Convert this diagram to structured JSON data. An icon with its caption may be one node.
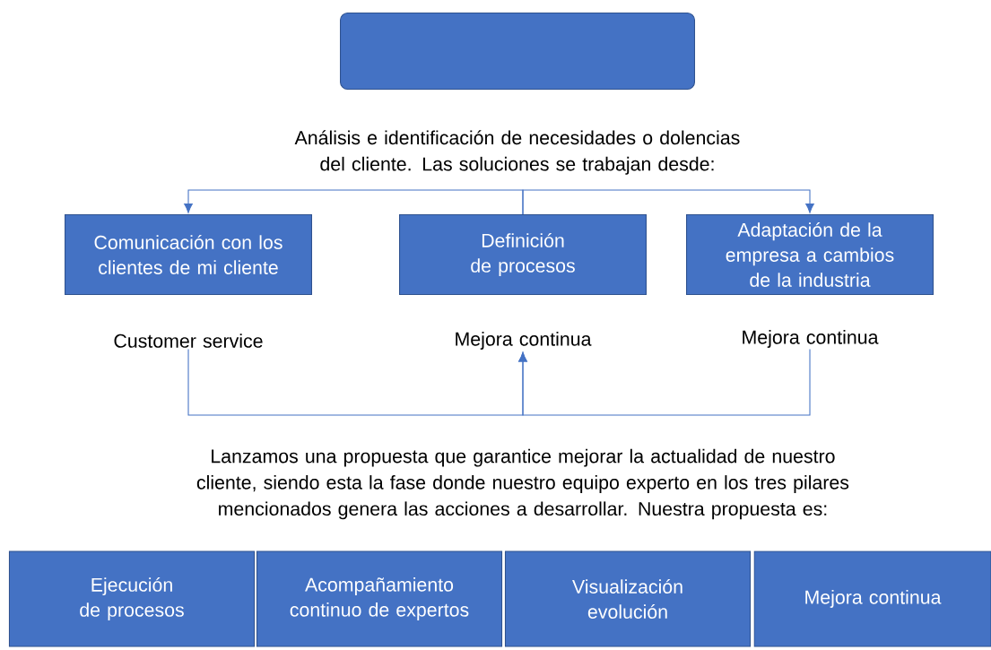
{
  "diagram": {
    "nodes": [
      {
        "text": [],
        "shape": "box"
      },
      {
        "text": [
          "Comunicación con los clientes de mi cliente"
        ]
      },
      {
        "text": [
          "Definición de procesos"
        ]
      },
      {
        "text": [
          "Adaptación de la empresa a cambios de la industria"
        ]
      },
      {
        "text": [
          "Customer service"
        ]
      },
      {
        "text": [
          "Mejora continua"
        ]
      },
      {
        "text": [
          "Mejora continua"
        ]
      },
      {
        "text": [
          "Ejecución de procesos"
        ]
      },
      {
        "text": [
          "Acompañamiento continuo de expertos"
        ]
      },
      {
        "text": [
          "Visualización evolución"
        ]
      },
      {
        "text": [
          "Mejora continua"
        ]
      }
    ],
    "edges": [
      {
        "from": 2,
        "to": 1,
        "arrow": "to"
      },
      {
        "from": 2,
        "to": 3,
        "arrow": "to"
      },
      {
        "from": 4,
        "to": 5,
        "arrow": "to"
      },
      {
        "from": 6,
        "to": 5,
        "arrow": "to"
      }
    ],
    "labels": [
      "Análisis e identificación de necesidades o dolencias del cliente. Las soluciones se trabajan desde:",
      "Lanzamos una propuesta que garantice mejorar la actualidad de nuestro cliente, siendo esta la fase donde nuestro equipo experto en los tres pilares mencionados genera las acciones a desarrollar.  Nuestra propuesta es:"
    ]
  }
}
